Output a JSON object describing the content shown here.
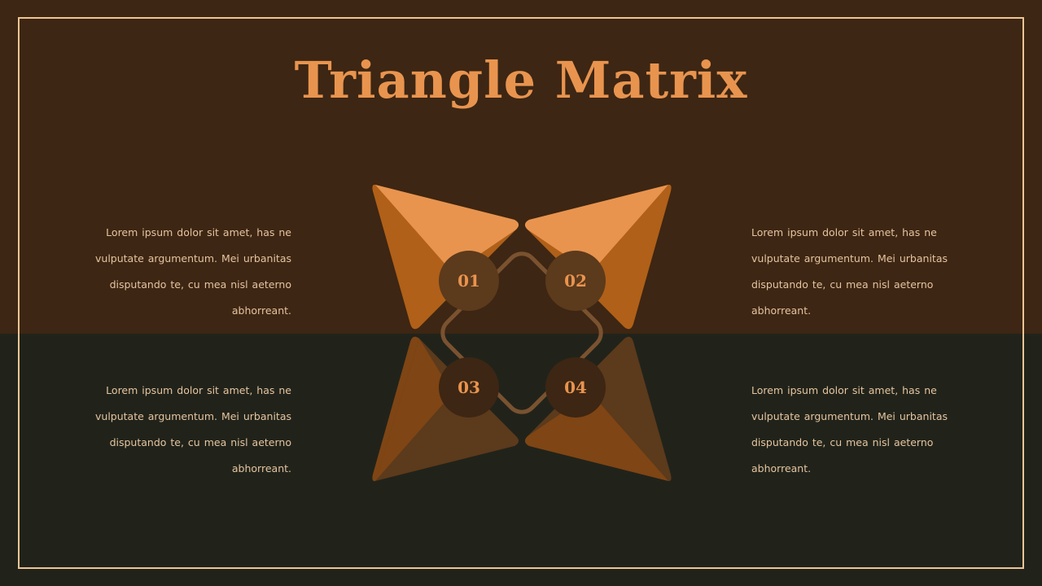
{
  "slide": {
    "title": "Triangle Matrix",
    "colors": {
      "background_top": "#3d2613",
      "background_bottom": "#21231a",
      "frame": "#ecc596",
      "accent": "#e8944f",
      "triangle_light": "#e8944f",
      "triangle_dark": "#b06018",
      "triangle_bottom_light": "#7f4514",
      "triangle_bottom_dark": "#5c3a1c",
      "connector": "#7a5230"
    },
    "quadrants": [
      {
        "number": "01",
        "text": "Lorem ipsum dolor sit amet, has ne vulputate argumentum. Mei urbanitas disputando te, cu mea nisl aeterno abhorreant."
      },
      {
        "number": "02",
        "text": "Lorem ipsum dolor sit amet, has ne vulputate argumentum. Mei urbanitas disputando te, cu mea nisl aeterno abhorreant."
      },
      {
        "number": "03",
        "text": "Lorem ipsum dolor sit amet, has ne vulputate argumentum. Mei urbanitas disputando te, cu mea nisl aeterno abhorreant."
      },
      {
        "number": "04",
        "text": "Lorem ipsum dolor sit amet, has ne vulputate argumentum. Mei urbanitas disputando te, cu mea nisl aeterno abhorreant."
      }
    ]
  }
}
